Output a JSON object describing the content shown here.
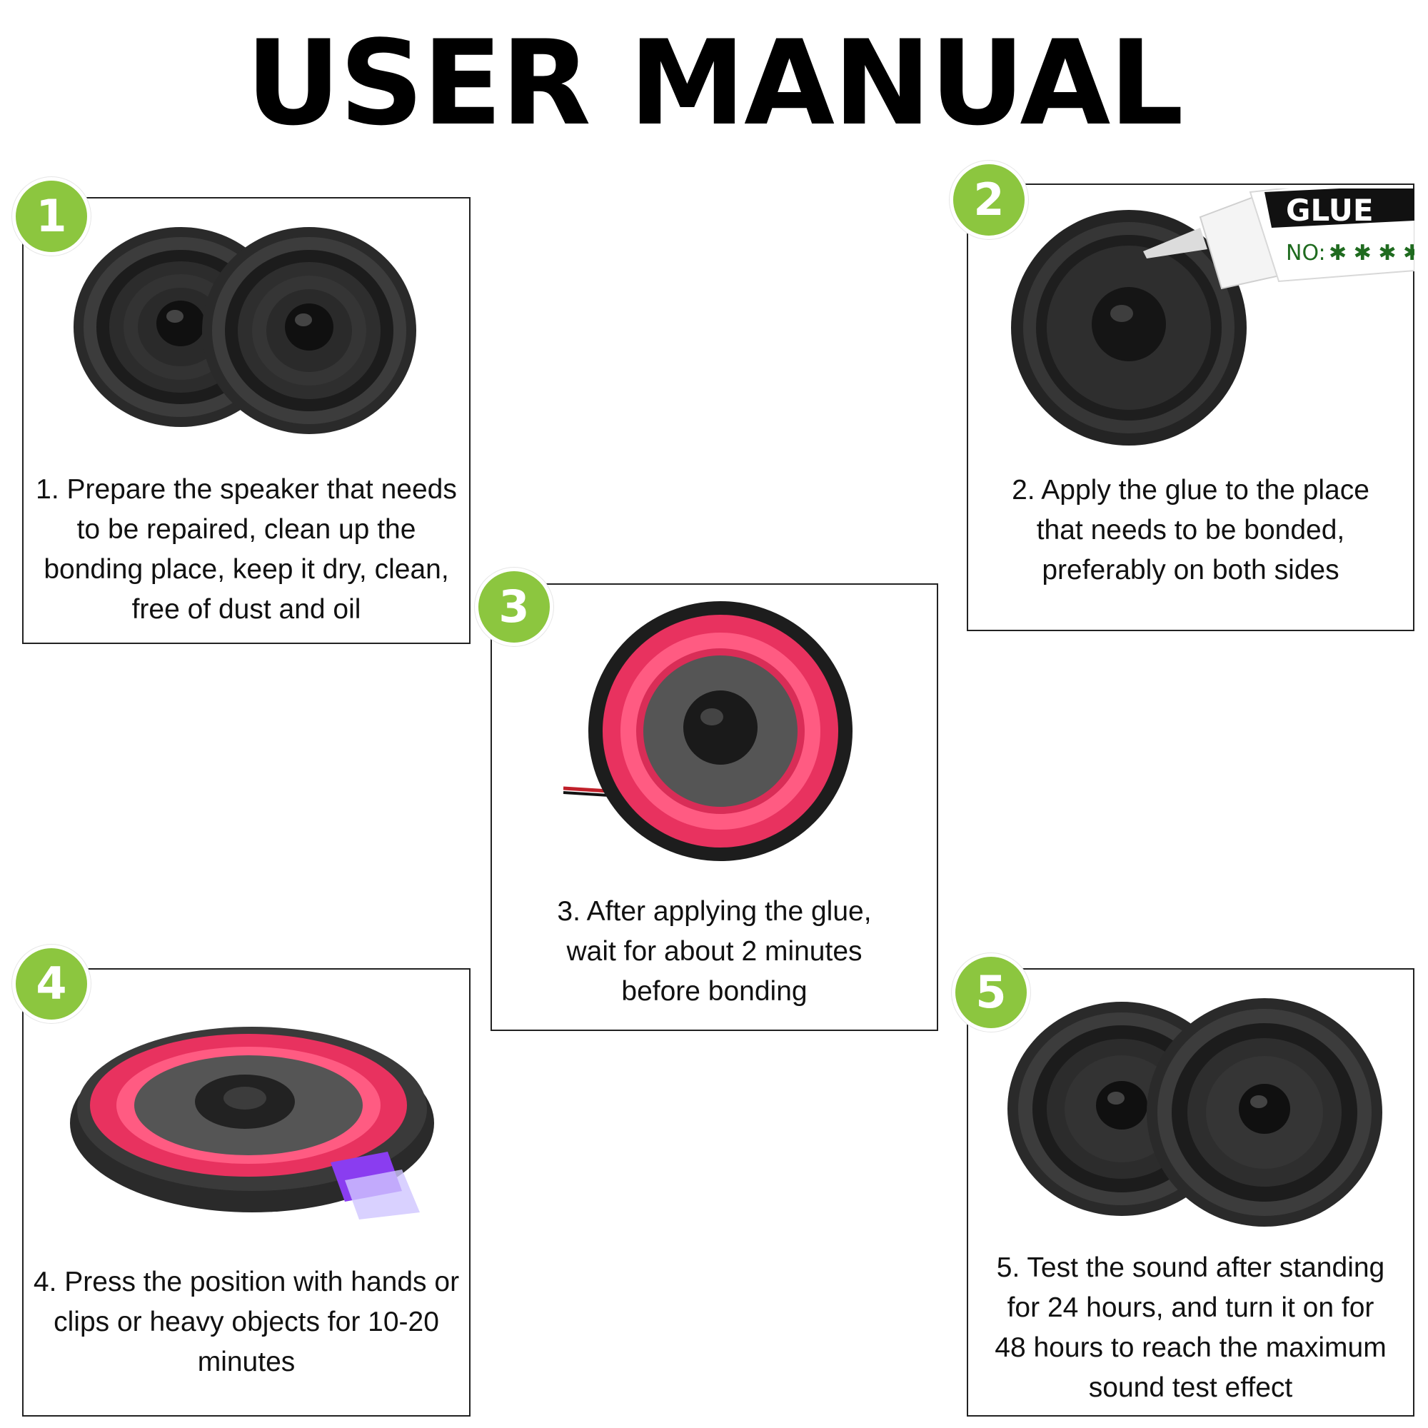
{
  "page": {
    "title": "USER MANUAL"
  },
  "steps": [
    {
      "number": "1",
      "caption": "1. Prepare the speaker that needs to be repaired, clean up the bonding place, keep it dry, clean, free of dust and oil"
    },
    {
      "number": "2",
      "caption": "2. Apply the glue to the place that needs to be bonded, preferably on both sides",
      "glue_label": "GLUE",
      "glue_no": "NO:"
    },
    {
      "number": "3",
      "caption": "3. After applying the glue, wait for about 2 minutes before bonding"
    },
    {
      "number": "4",
      "caption": "4. Press the position with hands or clips or heavy objects for 10-20 minutes"
    },
    {
      "number": "5",
      "caption": "5. Test the sound after standing for 24 hours, and turn it on for 48 hours to reach the maximum sound test effect"
    }
  ],
  "colors": {
    "badge": "#8cc63f",
    "surround_red": "#e8325f",
    "clip_purple": "#8a3df0",
    "speaker_black": "#1e1e1e"
  }
}
